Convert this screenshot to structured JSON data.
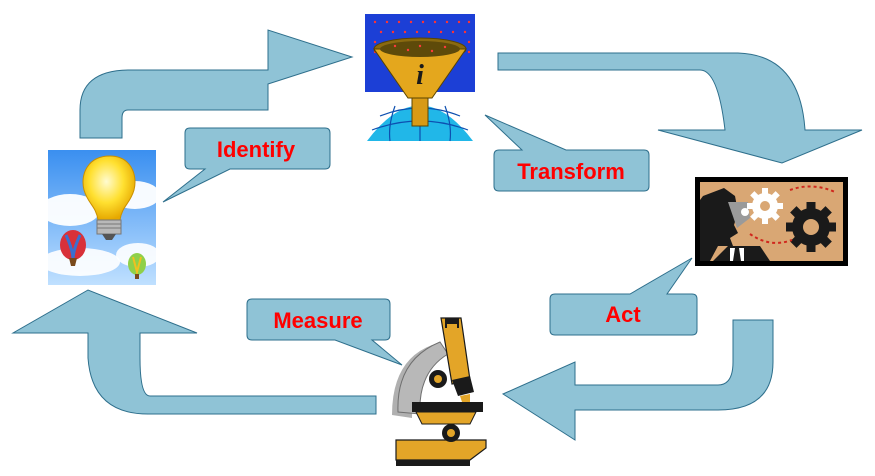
{
  "colors": {
    "arrow_fill": "#8fc3d6",
    "arrow_stroke": "#2e6f8c",
    "callout_fill": "#8fc3d6",
    "callout_stroke": "#2e6f8c",
    "label_text": "#ff0000"
  },
  "steps": [
    {
      "label": "Identify",
      "icon": "lightbulb-balloons-icon"
    },
    {
      "label": "Transform",
      "icon": "information-funnel-globe-icon"
    },
    {
      "label": "Act",
      "icon": "businessman-gears-icon"
    },
    {
      "label": "Measure",
      "icon": "microscope-icon"
    }
  ]
}
